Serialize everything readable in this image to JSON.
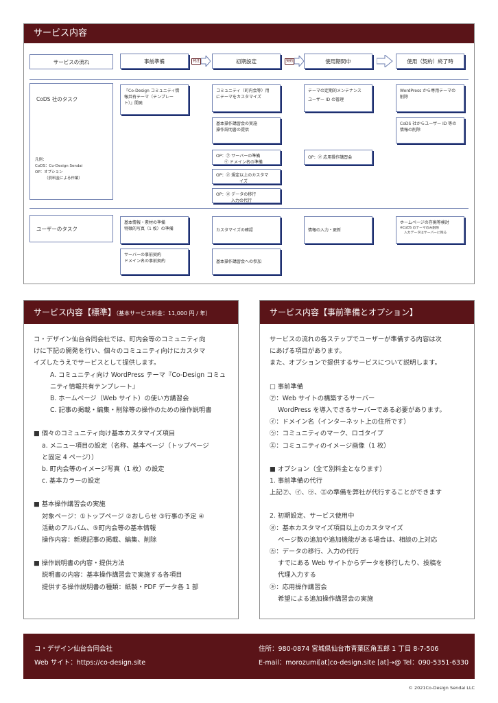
{
  "flow": {
    "title": "サービス内容",
    "steps": [
      "サービスの流れ",
      "事前準備",
      "初期設定",
      "使用期間中",
      "使用（契約）終了時"
    ],
    "tags": [
      "発注",
      "契約"
    ],
    "codes_label": "CoDS 社のタスク",
    "user_label": "ユーザーのタスク",
    "legend": [
      "凡例：",
      "CoDS：Co-Design Sendai",
      "OP：オプション",
      "（別料金による作業）"
    ],
    "codes_tasks": {
      "prep1": [
        "『Co-Design コミュニティ情",
        "報共有テーマ（テンプレー",
        "ト）』開発"
      ],
      "init1": [
        "コミュニティ（町内会等）用",
        "にテーマをカスタマイズ"
      ],
      "init2": [
        "基本操作講習会の実施",
        "操作説明書の提供"
      ],
      "init3": [
        "OP：㋐ サーバーの準備",
        "㋑ ドメイン名の準備"
      ],
      "init4": [
        "OP：㋔ 規定以上のカスタマ",
        "イズ"
      ],
      "init5": [
        "OP：㋕ データの移行",
        "入力の代行"
      ],
      "use1": [
        "テーマの定期的メンテナンス",
        "ユーザー ID の管理"
      ],
      "use2": [
        "OP：㋖ 応用操作講習会"
      ],
      "end1": [
        "WordPress から専用テーマの",
        "削除"
      ],
      "end2": [
        "CoDS 社からユーザー ID 等の",
        "情報の削除"
      ]
    },
    "user_tasks": {
      "prep1": [
        "基本情報・素材の準備",
        "特徴的写真（1 枚）の準備"
      ],
      "prep2": [
        "サーバーの事前契約",
        "ドメイン名の事前契約"
      ],
      "init1": [
        "カスタマイズの確認"
      ],
      "init2": [
        "基本操作講習会への参加"
      ],
      "use1": [
        "情報の入力・更新"
      ],
      "end1": [
        "ホームページの存廃等検討",
        "※CoDS のテーマのみ削除",
        "入力データはサーバーに残る"
      ]
    }
  },
  "standard": {
    "title": "サービス内容【標準】",
    "price": "（基本サービス料金：11,000 円 / 年）",
    "lines": [
      {
        "t": "コ・デザイン仙台合同会社では、町内会等のコミュニティ向",
        "c": ""
      },
      {
        "t": "けに下記の開発を行い、個々のコミュニティ向けにカスタマ",
        "c": ""
      },
      {
        "t": "イズしたうえでサービスとして提供します。",
        "c": ""
      },
      {
        "t": "A. コミュニティ向け WordPress テーマ『Co-Design コミュ",
        "c": "ind2"
      },
      {
        "t": "ニティ情報共有テンプレート』",
        "c": "ind2"
      },
      {
        "t": "B. ホームページ（Web サイト）の使い方講習会",
        "c": "ind2"
      },
      {
        "t": "C. 記事の掲載・編集・削除等の操作のための操作説明書",
        "c": "ind2"
      },
      {
        "t": "",
        "c": "gap"
      },
      {
        "t": "■ 個々のコミュニティ向け基本カスタマイズ項目",
        "c": ""
      },
      {
        "t": "a. メニュー項目の設定（名称、基本ページ（トップページ",
        "c": "ind1"
      },
      {
        "t": "と固定 4 ページ））",
        "c": "ind1"
      },
      {
        "t": "b. 町内会等のイメージ写真（1 枚）の設定",
        "c": "ind1"
      },
      {
        "t": "c. 基本カラーの設定",
        "c": "ind1"
      },
      {
        "t": "",
        "c": "gap"
      },
      {
        "t": "■ 基本操作講習会の実施",
        "c": ""
      },
      {
        "t": "対象ページ：①トップページ ②おしらせ ③行事の予定 ④",
        "c": "ind1"
      },
      {
        "t": "活動のアルバム、⑤町内会等の基本情報",
        "c": "ind1"
      },
      {
        "t": "操作内容：新規記事の掲載、編集、削除",
        "c": "ind1"
      },
      {
        "t": "",
        "c": "gap"
      },
      {
        "t": "■ 操作説明書の内容・提供方法",
        "c": ""
      },
      {
        "t": "説明書の内容：基本操作講習会で実施する各項目",
        "c": "ind1"
      },
      {
        "t": "提供する操作説明書の種類：紙製・PDF データ各 1 部",
        "c": "ind1"
      }
    ]
  },
  "options": {
    "title": "サービス内容【事前準備とオプション】",
    "lines": [
      {
        "t": "サービスの流れの各ステップでユーザーが準備する内容は次",
        "c": ""
      },
      {
        "t": "にあげる項目があります。",
        "c": ""
      },
      {
        "t": "また、オプションで提供するサービスについて説明します。",
        "c": ""
      },
      {
        "t": "",
        "c": "gap"
      },
      {
        "t": "□ 事前準備",
        "c": ""
      },
      {
        "t": "㋐：Web サイトの構築するサーバー",
        "c": ""
      },
      {
        "t": "WordPress を導入できるサーバーである必要があります。",
        "c": "ind1"
      },
      {
        "t": "㋑：ドメイン名（インターネット上の住所です）",
        "c": ""
      },
      {
        "t": "㋒：コミュニティのマーク、ロゴタイプ",
        "c": ""
      },
      {
        "t": "㋓：コミュニティのイメージ画像（1 枚）",
        "c": ""
      },
      {
        "t": "",
        "c": "gap"
      },
      {
        "t": "■ オプション（全て別料金となります）",
        "c": ""
      },
      {
        "t": "1. 事前準備の代行",
        "c": ""
      },
      {
        "t": "上記㋐、㋑、㋒、㋓の準備を弊社が代行することができます",
        "c": ""
      },
      {
        "t": "",
        "c": "gap"
      },
      {
        "t": "2. 初期設定、サービス使用中",
        "c": ""
      },
      {
        "t": "㋔：基本カスタマイズ項目以上のカスタマイズ",
        "c": ""
      },
      {
        "t": "ページ数の追加や追加機能がある場合は、相談の上対応",
        "c": "ind1"
      },
      {
        "t": "㋕：データの移行、入力の代行",
        "c": ""
      },
      {
        "t": "すでにある Web サイトからデータを移行したり、投稿を",
        "c": "ind1"
      },
      {
        "t": "代理入力する",
        "c": "ind1"
      },
      {
        "t": "㋖：応用操作講習会",
        "c": ""
      },
      {
        "t": "希望による追加操作講習会の実施",
        "c": "ind1"
      }
    ]
  },
  "footer": {
    "company": "コ・デザイン仙台合同会社",
    "website": "Web サイト：https://co-design.site",
    "address": "住所：980-0874 宮城県仙台市青葉区角五郎 1 丁目 8-7-506",
    "contact": "E-mail：morozumi[at]co-design.site [at]→@ Tel：090-5351-6330",
    "copyright": "© 2021Co-Design Sendai LLC"
  },
  "colors": {
    "maroon": "#5a1418",
    "box_border": "#6e7fb0",
    "box_shadow": "#1f2f6e"
  }
}
